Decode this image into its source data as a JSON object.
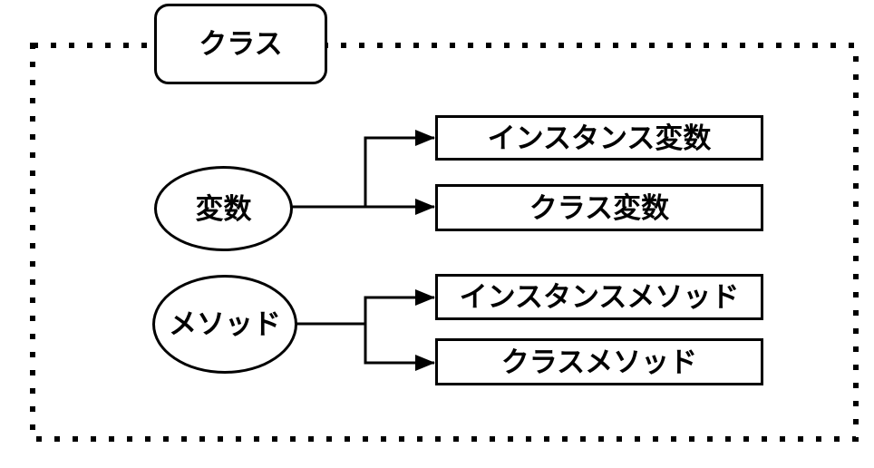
{
  "diagram": {
    "root_label": "クラス",
    "groups": [
      {
        "label": "変数",
        "children": [
          {
            "label": "インスタンス変数"
          },
          {
            "label": "クラス変数"
          }
        ]
      },
      {
        "label": "メソッド",
        "children": [
          {
            "label": "インスタンスメソッド"
          },
          {
            "label": "クラスメソッド"
          }
        ]
      }
    ],
    "colors": {
      "stroke": "#000000",
      "background": "#ffffff"
    }
  }
}
